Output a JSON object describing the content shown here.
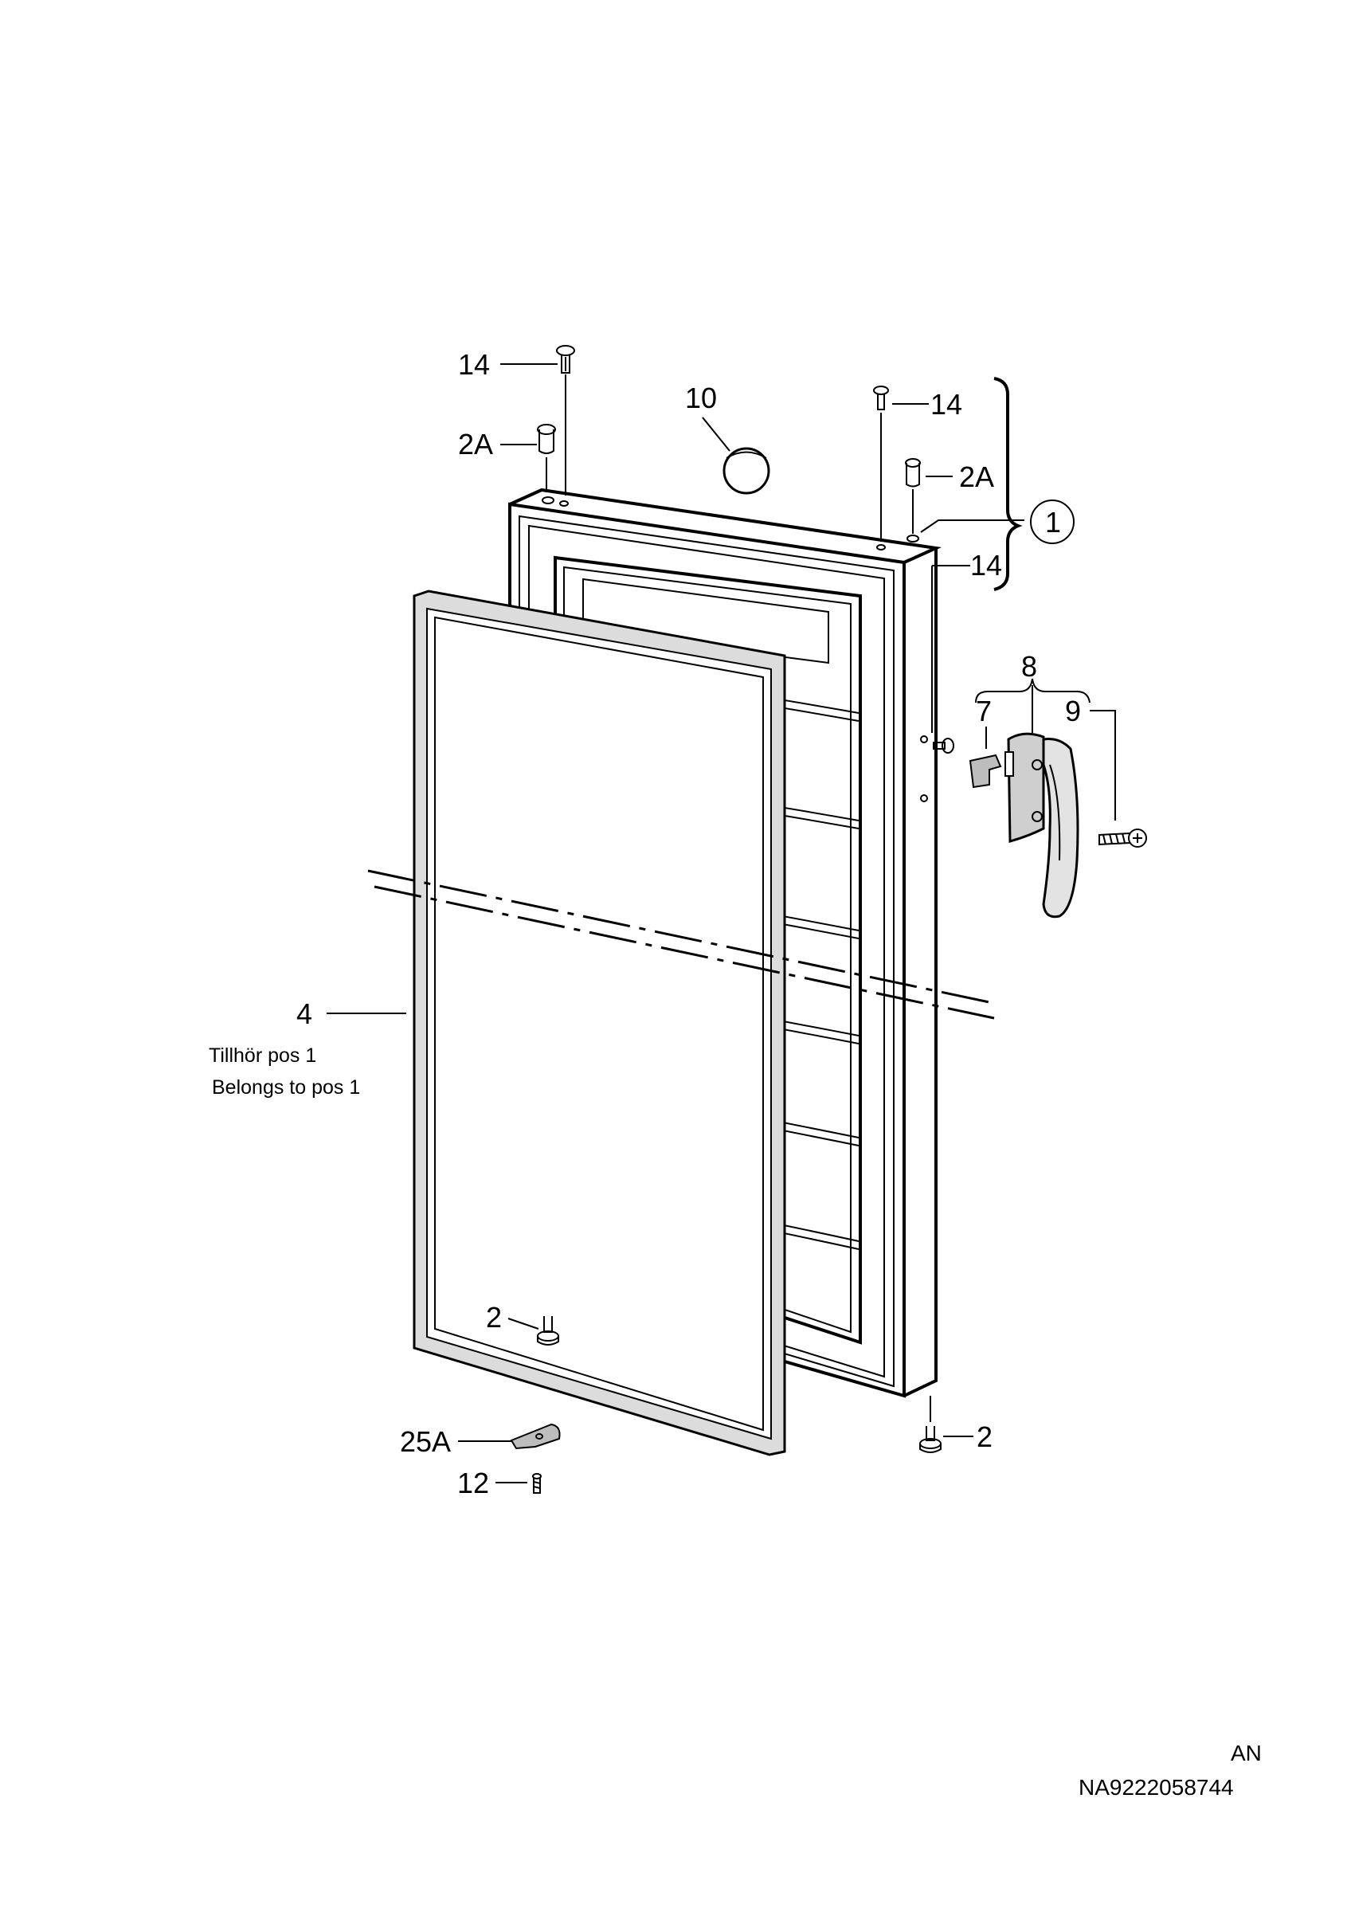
{
  "labels": {
    "p14_top_left": "14",
    "p2a_left": "2A",
    "p10": "10",
    "p14_top_right": "14",
    "p2a_right": "2A",
    "p1": "1",
    "p14_side": "14",
    "p8": "8",
    "p7": "7",
    "p9": "9",
    "p4": "4",
    "note_sv": "Tillhör pos 1",
    "note_en": "Belongs to pos 1",
    "p2_left": "2",
    "p2_right": "2",
    "p25a": "25A",
    "p12": "12"
  },
  "footer": {
    "variant": "AN",
    "code": "NA9222058744"
  }
}
